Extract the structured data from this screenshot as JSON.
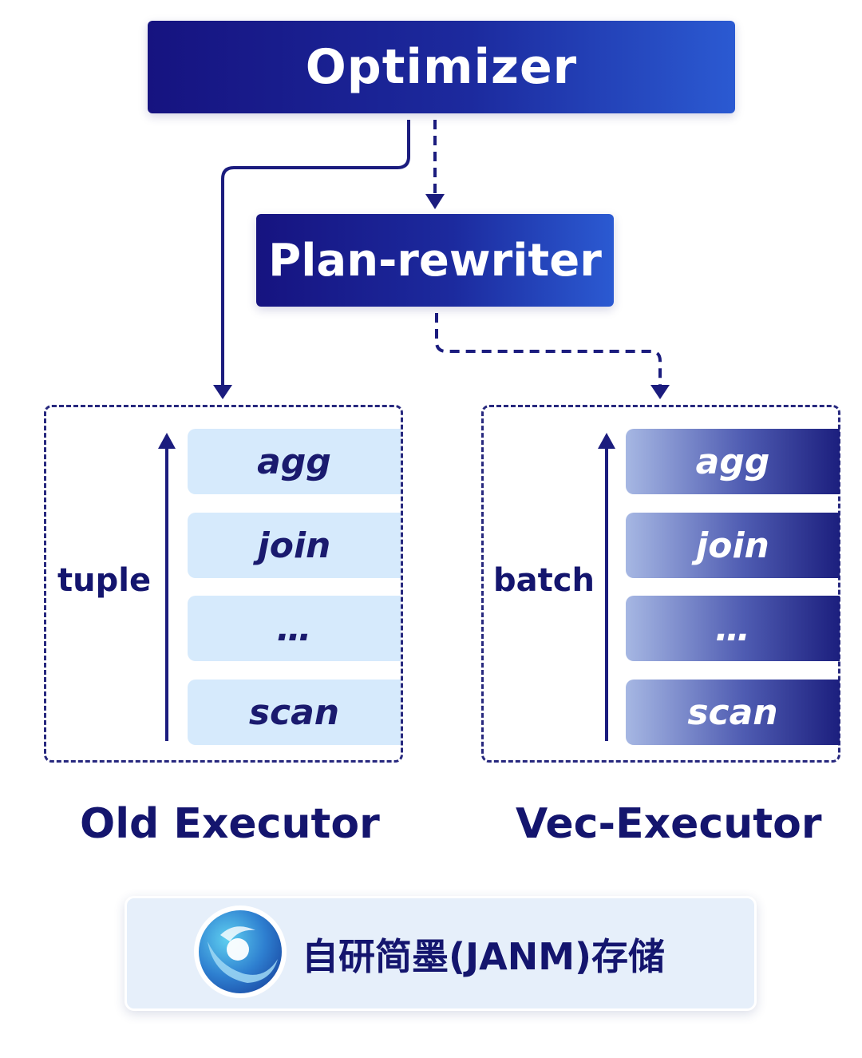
{
  "optimizer": {
    "label": "Optimizer"
  },
  "plan_rewriter": {
    "label": "Plan-rewriter"
  },
  "old_executor": {
    "title": "Old Executor",
    "flow_label": "tuple",
    "layers": [
      "agg",
      "join",
      "…",
      "scan"
    ]
  },
  "vec_executor": {
    "title": "Vec-Executor",
    "flow_label": "batch",
    "layers": [
      "agg",
      "join",
      "…",
      "scan"
    ]
  },
  "storage": {
    "label": "自研简墨(JANM)存储",
    "logo_icon": "janm-logo-icon"
  },
  "colors": {
    "primary_dark": "#161380",
    "primary_light": "#2b5ad2",
    "line": "#1b1c7e",
    "old_layer_bg": "#d6eafc",
    "banner_bg": "#e6effa"
  }
}
